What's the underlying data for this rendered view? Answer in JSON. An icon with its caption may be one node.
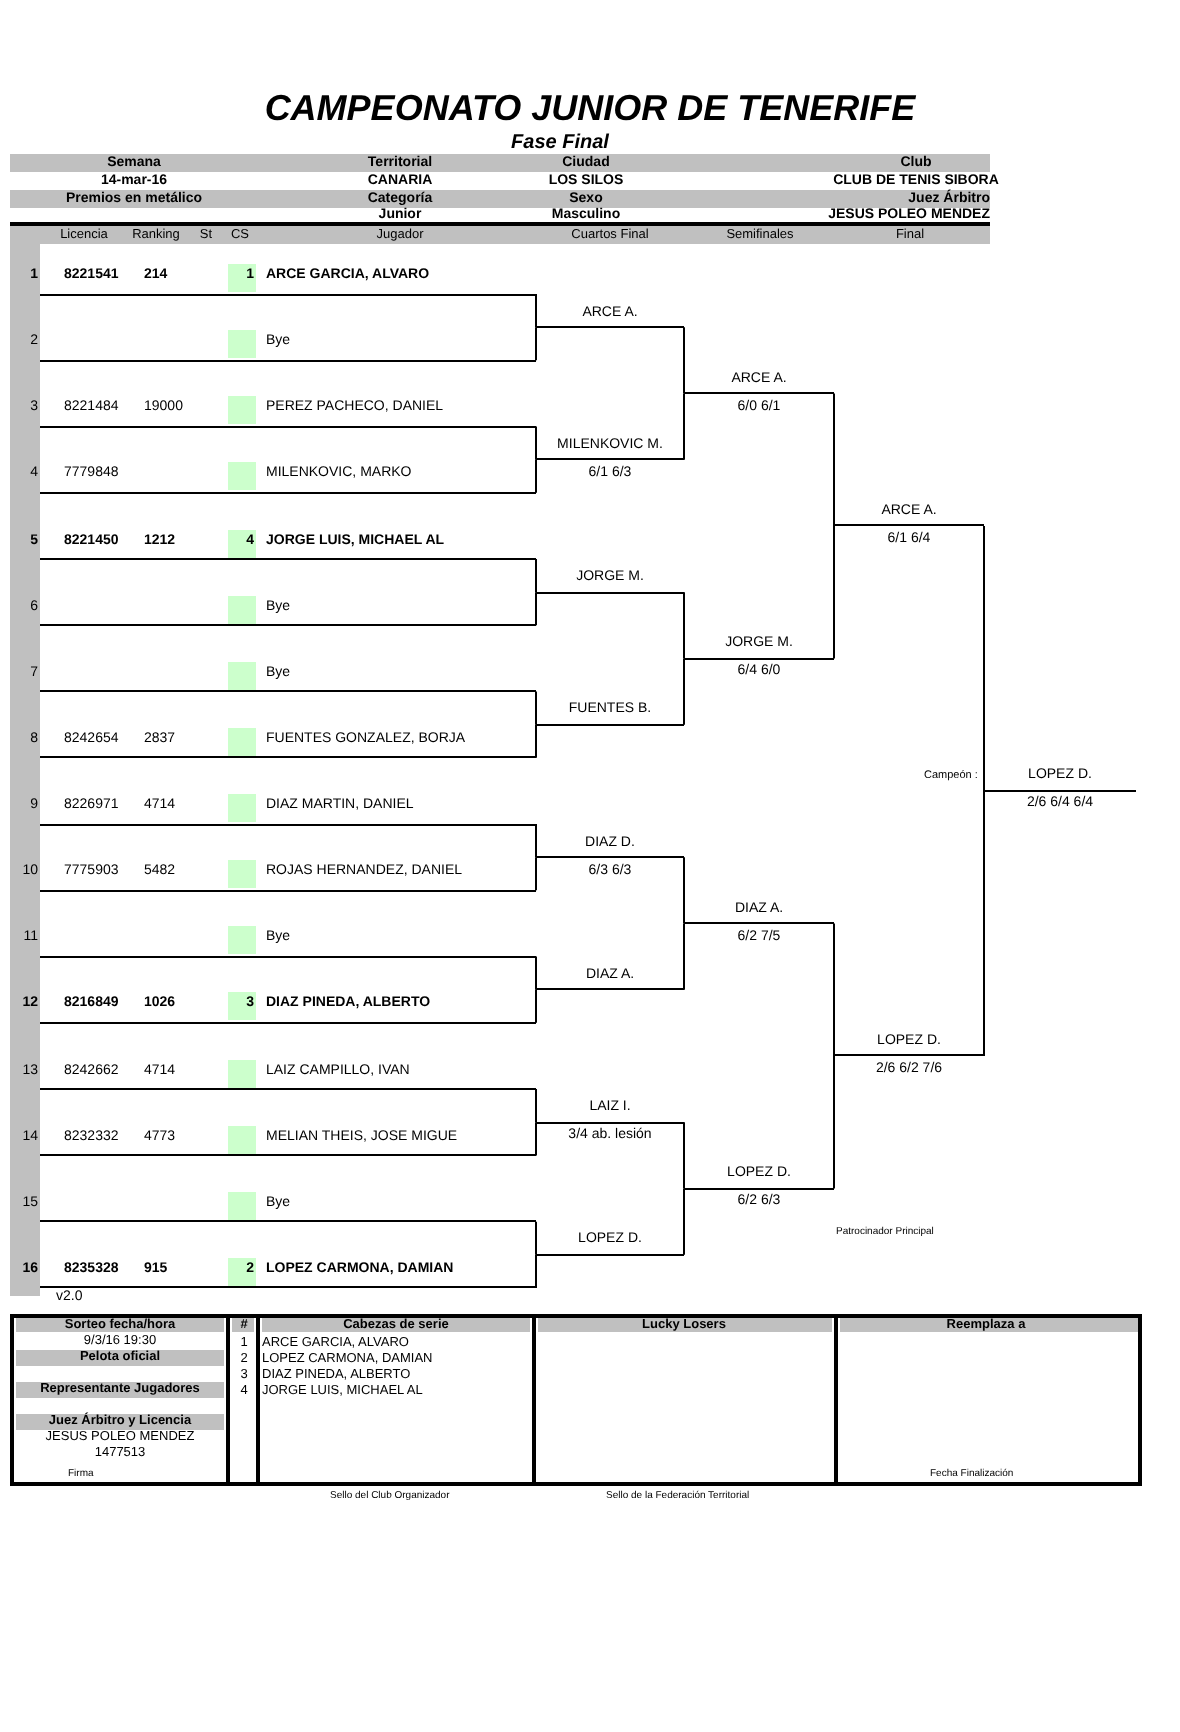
{
  "diagram": {
    "title": "CAMPEONATO JUNIOR DE TENERIFE",
    "nodes": [
      {
        "text": [
          "1",
          "8221541",
          "214",
          "1",
          "ARCE GARCIA, ALVARO"
        ]
      },
      {
        "text": [
          "2",
          "Bye"
        ]
      },
      {
        "text": [
          "3",
          "8221484",
          "19000",
          "PEREZ PACHECO, DANIEL"
        ]
      },
      {
        "text": [
          "4",
          "7779848",
          "MILENKOVIC, MARKO"
        ]
      },
      {
        "text": [
          "5",
          "8221450",
          "1212",
          "4",
          "JORGE LUIS, MICHAEL AL"
        ]
      },
      {
        "text": [
          "6",
          "Bye"
        ]
      },
      {
        "text": [
          "7",
          "Bye"
        ]
      },
      {
        "text": [
          "8",
          "8242654",
          "2837",
          "FUENTES GONZALEZ, BORJA"
        ]
      },
      {
        "text": [
          "9",
          "8226971",
          "4714",
          "DIAZ MARTIN, DANIEL"
        ]
      },
      {
        "text": [
          "10",
          "7775903",
          "5482",
          "ROJAS HERNANDEZ, DANIEL"
        ]
      },
      {
        "text": [
          "11",
          "Bye"
        ]
      },
      {
        "text": [
          "12",
          "8216849",
          "1026",
          "3",
          "DIAZ PINEDA, ALBERTO"
        ]
      },
      {
        "text": [
          "13",
          "8242662",
          "4714",
          "LAIZ CAMPILLO, IVAN"
        ]
      },
      {
        "text": [
          "14",
          "8232332",
          "4773",
          "MELIAN THEIS, JOSE MIGUE"
        ]
      },
      {
        "text": [
          "15",
          "Bye"
        ]
      },
      {
        "text": [
          "16",
          "8235328",
          "915",
          "2",
          "LOPEZ CARMONA, DAMIAN"
        ]
      },
      {
        "text": [
          "ARCE A."
        ]
      },
      {
        "text": [
          "MILENKOVIC M.",
          "6/1 6/3"
        ]
      },
      {
        "text": [
          "JORGE M."
        ]
      },
      {
        "text": [
          "FUENTES B."
        ]
      },
      {
        "text": [
          "DIAZ D.",
          "6/3 6/3"
        ]
      },
      {
        "text": [
          "DIAZ A."
        ]
      },
      {
        "text": [
          "LAIZ I.",
          "3/4 ab. lesión"
        ]
      },
      {
        "text": [
          "LOPEZ D."
        ]
      },
      {
        "text": [
          "ARCE A.",
          "6/0 6/1"
        ]
      },
      {
        "text": [
          "JORGE M.",
          "6/4 6/0"
        ]
      },
      {
        "text": [
          "DIAZ A.",
          "6/2 7/5"
        ]
      },
      {
        "text": [
          "LOPEZ D.",
          "6/2 6/3"
        ]
      },
      {
        "text": [
          "ARCE A.",
          "6/1 6/4"
        ]
      },
      {
        "text": [
          "LOPEZ D.",
          "2/6 6/2 7/6"
        ]
      },
      {
        "text": [
          "LOPEZ D.",
          "2/6 6/4 6/4"
        ],
        "beside": [
          "Campeón :"
        ]
      }
    ],
    "edges": [
      {
        "from": 0,
        "to": 16,
        "arrow": "none"
      },
      {
        "from": 1,
        "to": 16,
        "arrow": "none"
      },
      {
        "from": 2,
        "to": 17,
        "arrow": "none"
      },
      {
        "from": 3,
        "to": 17,
        "arrow": "none"
      },
      {
        "from": 4,
        "to": 18,
        "arrow": "none"
      },
      {
        "from": 5,
        "to": 18,
        "arrow": "none"
      },
      {
        "from": 6,
        "to": 19,
        "arrow": "none"
      },
      {
        "from": 7,
        "to": 19,
        "arrow": "none"
      },
      {
        "from": 8,
        "to": 20,
        "arrow": "none"
      },
      {
        "from": 9,
        "to": 20,
        "arrow": "none"
      },
      {
        "from": 10,
        "to": 21,
        "arrow": "none"
      },
      {
        "from": 11,
        "to": 21,
        "arrow": "none"
      },
      {
        "from": 12,
        "to": 22,
        "arrow": "none"
      },
      {
        "from": 13,
        "to": 22,
        "arrow": "none"
      },
      {
        "from": 14,
        "to": 23,
        "arrow": "none"
      },
      {
        "from": 15,
        "to": 23,
        "arrow": "none"
      },
      {
        "from": 16,
        "to": 24,
        "arrow": "none"
      },
      {
        "from": 17,
        "to": 24,
        "arrow": "none"
      },
      {
        "from": 18,
        "to": 25,
        "arrow": "none"
      },
      {
        "from": 19,
        "to": 25,
        "arrow": "none"
      },
      {
        "from": 20,
        "to": 26,
        "arrow": "none"
      },
      {
        "from": 21,
        "to": 26,
        "arrow": "none"
      },
      {
        "from": 22,
        "to": 27,
        "arrow": "none"
      },
      {
        "from": 23,
        "to": 27,
        "arrow": "none"
      },
      {
        "from": 24,
        "to": 28,
        "arrow": "none"
      },
      {
        "from": 25,
        "to": 28,
        "arrow": "none"
      },
      {
        "from": 26,
        "to": 29,
        "arrow": "none"
      },
      {
        "from": 27,
        "to": 29,
        "arrow": "none"
      },
      {
        "from": 28,
        "to": 30,
        "arrow": "none"
      },
      {
        "from": 29,
        "to": 30,
        "arrow": "none"
      }
    ],
    "labels": [
      "Fase Final",
      "Semana",
      "Territorial",
      "Ciudad",
      "Club",
      "14-mar-16",
      "CANARIA",
      "LOS SILOS",
      "CLUB DE TENIS SIBORA",
      "Premios en metálico",
      "Categoría",
      "Sexo",
      "Juez Árbitro",
      "Junior",
      "Masculino",
      "JESUS POLEO MENDEZ",
      "Licencia",
      "Ranking",
      "St",
      "CS",
      "Jugador",
      "Cuartos Final",
      "Semifinales",
      "Final",
      "Patrocinador Principal",
      "v2.0",
      "Sorteo fecha/hora",
      "#",
      "Cabezas  de serie",
      "Lucky Losers",
      "Reemplaza a",
      "9/3/16 19:30",
      "1",
      "ARCE GARCIA, ALVARO",
      "Pelota oficial",
      "2",
      "LOPEZ CARMONA, DAMIAN",
      "3",
      "DIAZ PINEDA, ALBERTO",
      "Representante Jugadores",
      "4",
      "JORGE LUIS, MICHAEL AL",
      "Juez Árbitro y Licencia",
      "JESUS POLEO MENDEZ 1477513",
      "Firma",
      "Fecha Finalización",
      "Sello del Club Organizador",
      "Sello de la Federación Territorial"
    ]
  }
}
